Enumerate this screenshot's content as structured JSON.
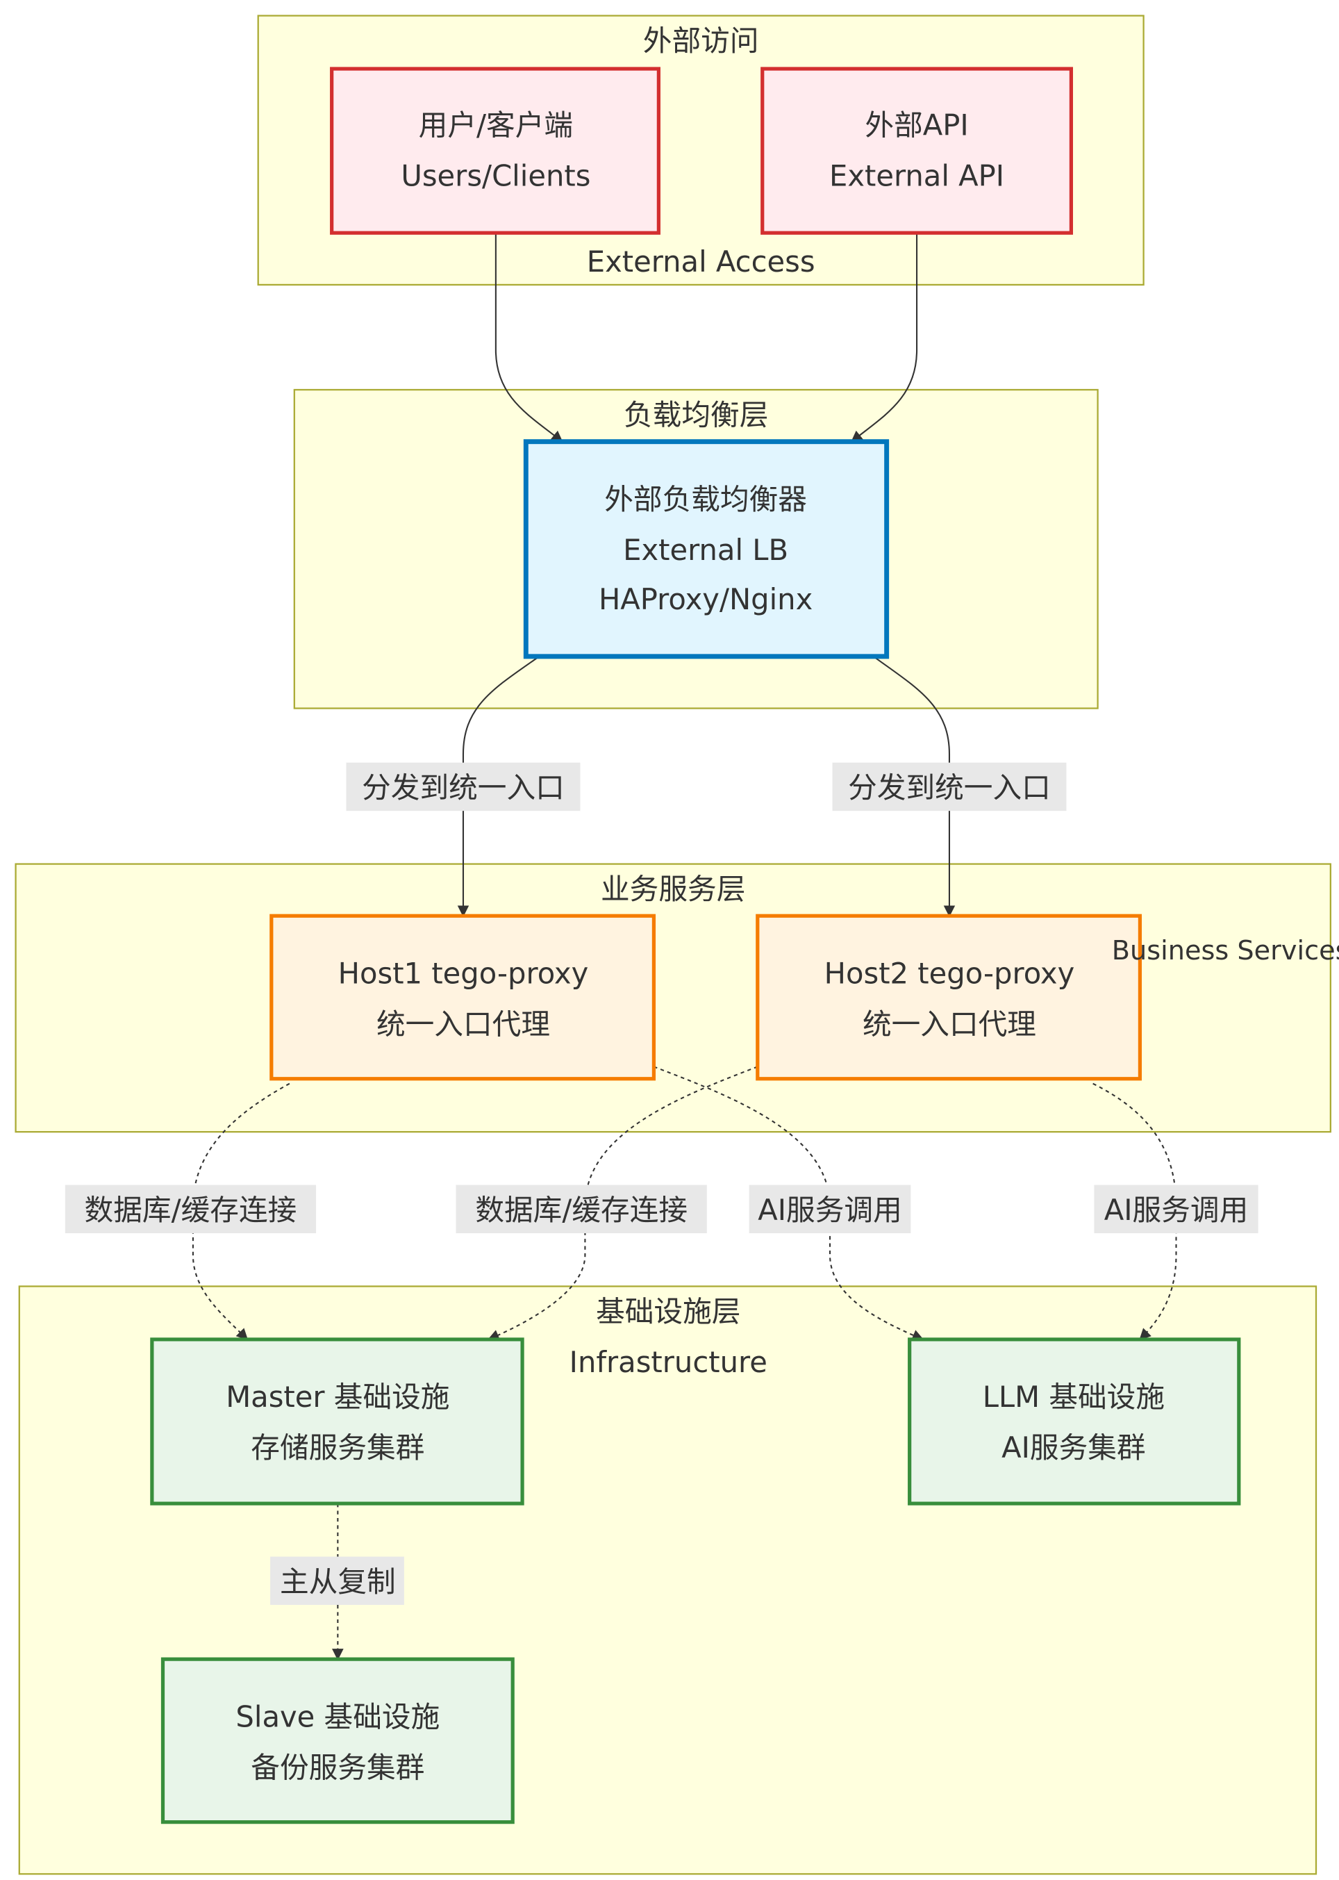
{
  "diagram": {
    "subgraphs": {
      "external": {
        "title_line1": "外部访问",
        "title_line2": "External Access"
      },
      "lb": {
        "title_line1": "负载均衡层"
      },
      "business": {
        "title_line1": "业务服务层",
        "title_line2": "Business Services"
      },
      "infra": {
        "title_line1": "基础设施层",
        "title_line2": "Infrastructure"
      }
    },
    "nodes": {
      "users": {
        "line1": "用户/客户端",
        "line2": "Users/Clients",
        "fill": "#ffebee",
        "stroke": "#d32f2f"
      },
      "ext_api": {
        "line1": "外部API",
        "line2": "External API",
        "fill": "#ffebee",
        "stroke": "#d32f2f"
      },
      "lb": {
        "line1": "外部负载均衡器",
        "line2": "External LB",
        "line3": "HAProxy/Nginx",
        "fill": "#e1f5fe",
        "stroke": "#0277bd"
      },
      "host1": {
        "line1": "Host1 tego-proxy",
        "line2": "统一入口代理",
        "fill": "#fff3e0",
        "stroke": "#f57c00"
      },
      "host2": {
        "line1": "Host2 tego-proxy",
        "line2": "统一入口代理",
        "fill": "#fff3e0",
        "stroke": "#f57c00"
      },
      "master": {
        "line1": "Master 基础设施",
        "line2": "存储服务集群",
        "fill": "#e8f5e9",
        "stroke": "#388e3c"
      },
      "llm": {
        "line1": "LLM 基础设施",
        "line2": "AI服务集群",
        "fill": "#e8f5e9",
        "stroke": "#388e3c"
      },
      "slave": {
        "line1": "Slave 基础设施",
        "line2": "备份服务集群",
        "fill": "#e8f5e9",
        "stroke": "#388e3c"
      }
    },
    "edges": {
      "lb_host1": "分发到统一入口",
      "lb_host2": "分发到统一入口",
      "host1_master": "数据库/缓存连接",
      "host2_master": "数据库/缓存连接",
      "host1_llm": "AI服务调用",
      "host2_llm": "AI服务调用",
      "master_slave": "主从复制"
    }
  }
}
